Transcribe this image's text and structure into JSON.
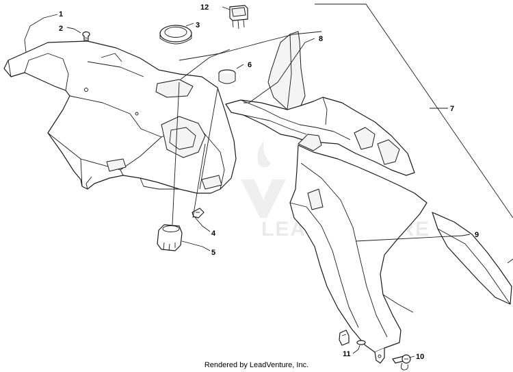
{
  "diagram": {
    "callouts": [
      {
        "id": "1",
        "label": "1"
      },
      {
        "id": "2",
        "label": "2"
      },
      {
        "id": "3",
        "label": "3"
      },
      {
        "id": "4",
        "label": "4"
      },
      {
        "id": "5",
        "label": "5"
      },
      {
        "id": "6",
        "label": "6"
      },
      {
        "id": "7",
        "label": "7"
      },
      {
        "id": "8",
        "label": "8"
      },
      {
        "id": "9",
        "label": "9"
      },
      {
        "id": "10",
        "label": "10"
      },
      {
        "id": "11",
        "label": "11"
      },
      {
        "id": "12",
        "label": "12"
      }
    ],
    "watermark": "LEADVENTURE",
    "footer": "Rendered by LeadVenture, Inc."
  }
}
